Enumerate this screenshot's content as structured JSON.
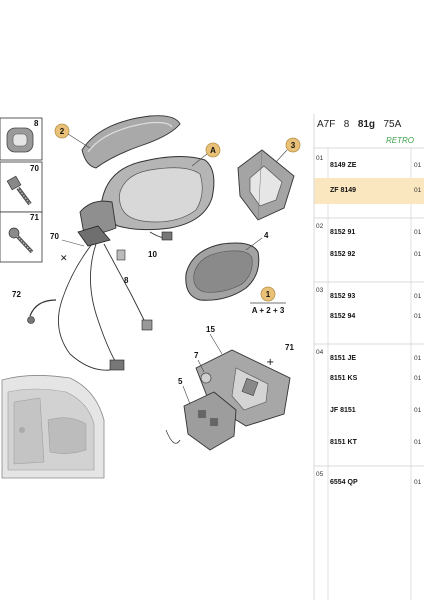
{
  "header": {
    "code_a": "A7F",
    "code_b": "8",
    "code_c": "81g",
    "code_d": "75A",
    "subtitle": "RETRO"
  },
  "callouts": {
    "c8": "8",
    "c70": "70",
    "c71": "71",
    "c2": "2",
    "cA": "A",
    "c3": "3",
    "c70b": "70",
    "c10": "10",
    "c4": "4",
    "c8b": "8",
    "c72": "72",
    "c1": "1",
    "formula": "A + 2 + 3",
    "c15": "15",
    "c7": "7",
    "c71b": "71",
    "c5": "5"
  },
  "table": {
    "groups": [
      {
        "code": "01",
        "rows": [
          {
            "ref": "8149 ZE",
            "qty": "01",
            "highlight": false
          },
          {
            "ref": "ZF 8149",
            "qty": "01",
            "highlight": true
          }
        ]
      },
      {
        "code": "02",
        "rows": [
          {
            "ref": "8152 91",
            "qty": "01",
            "highlight": false
          },
          {
            "ref": "8152 92",
            "qty": "01",
            "highlight": false
          }
        ]
      },
      {
        "code": "03",
        "rows": [
          {
            "ref": "8152 93",
            "qty": "01",
            "highlight": false
          },
          {
            "ref": "8152 94",
            "qty": "01",
            "highlight": false
          }
        ]
      },
      {
        "code": "04",
        "rows": [
          {
            "ref": "8151 JE",
            "qty": "01",
            "highlight": false
          },
          {
            "ref": "8151 KS",
            "qty": "01",
            "highlight": false
          },
          {
            "ref": "JF 8151",
            "qty": "01",
            "highlight": false
          },
          {
            "ref": "8151 KT",
            "qty": "01",
            "highlight": false
          }
        ]
      },
      {
        "code": "05",
        "rows": [
          {
            "ref": "6554 QP",
            "qty": "01",
            "highlight": false
          }
        ]
      }
    ]
  },
  "colors": {
    "callout_fill": "#e8c078",
    "callout_stroke": "#b8924a",
    "highlight_row": "#fbe7bf",
    "retro_green": "#3fa34d",
    "grid_line": "#cfcfcf"
  }
}
